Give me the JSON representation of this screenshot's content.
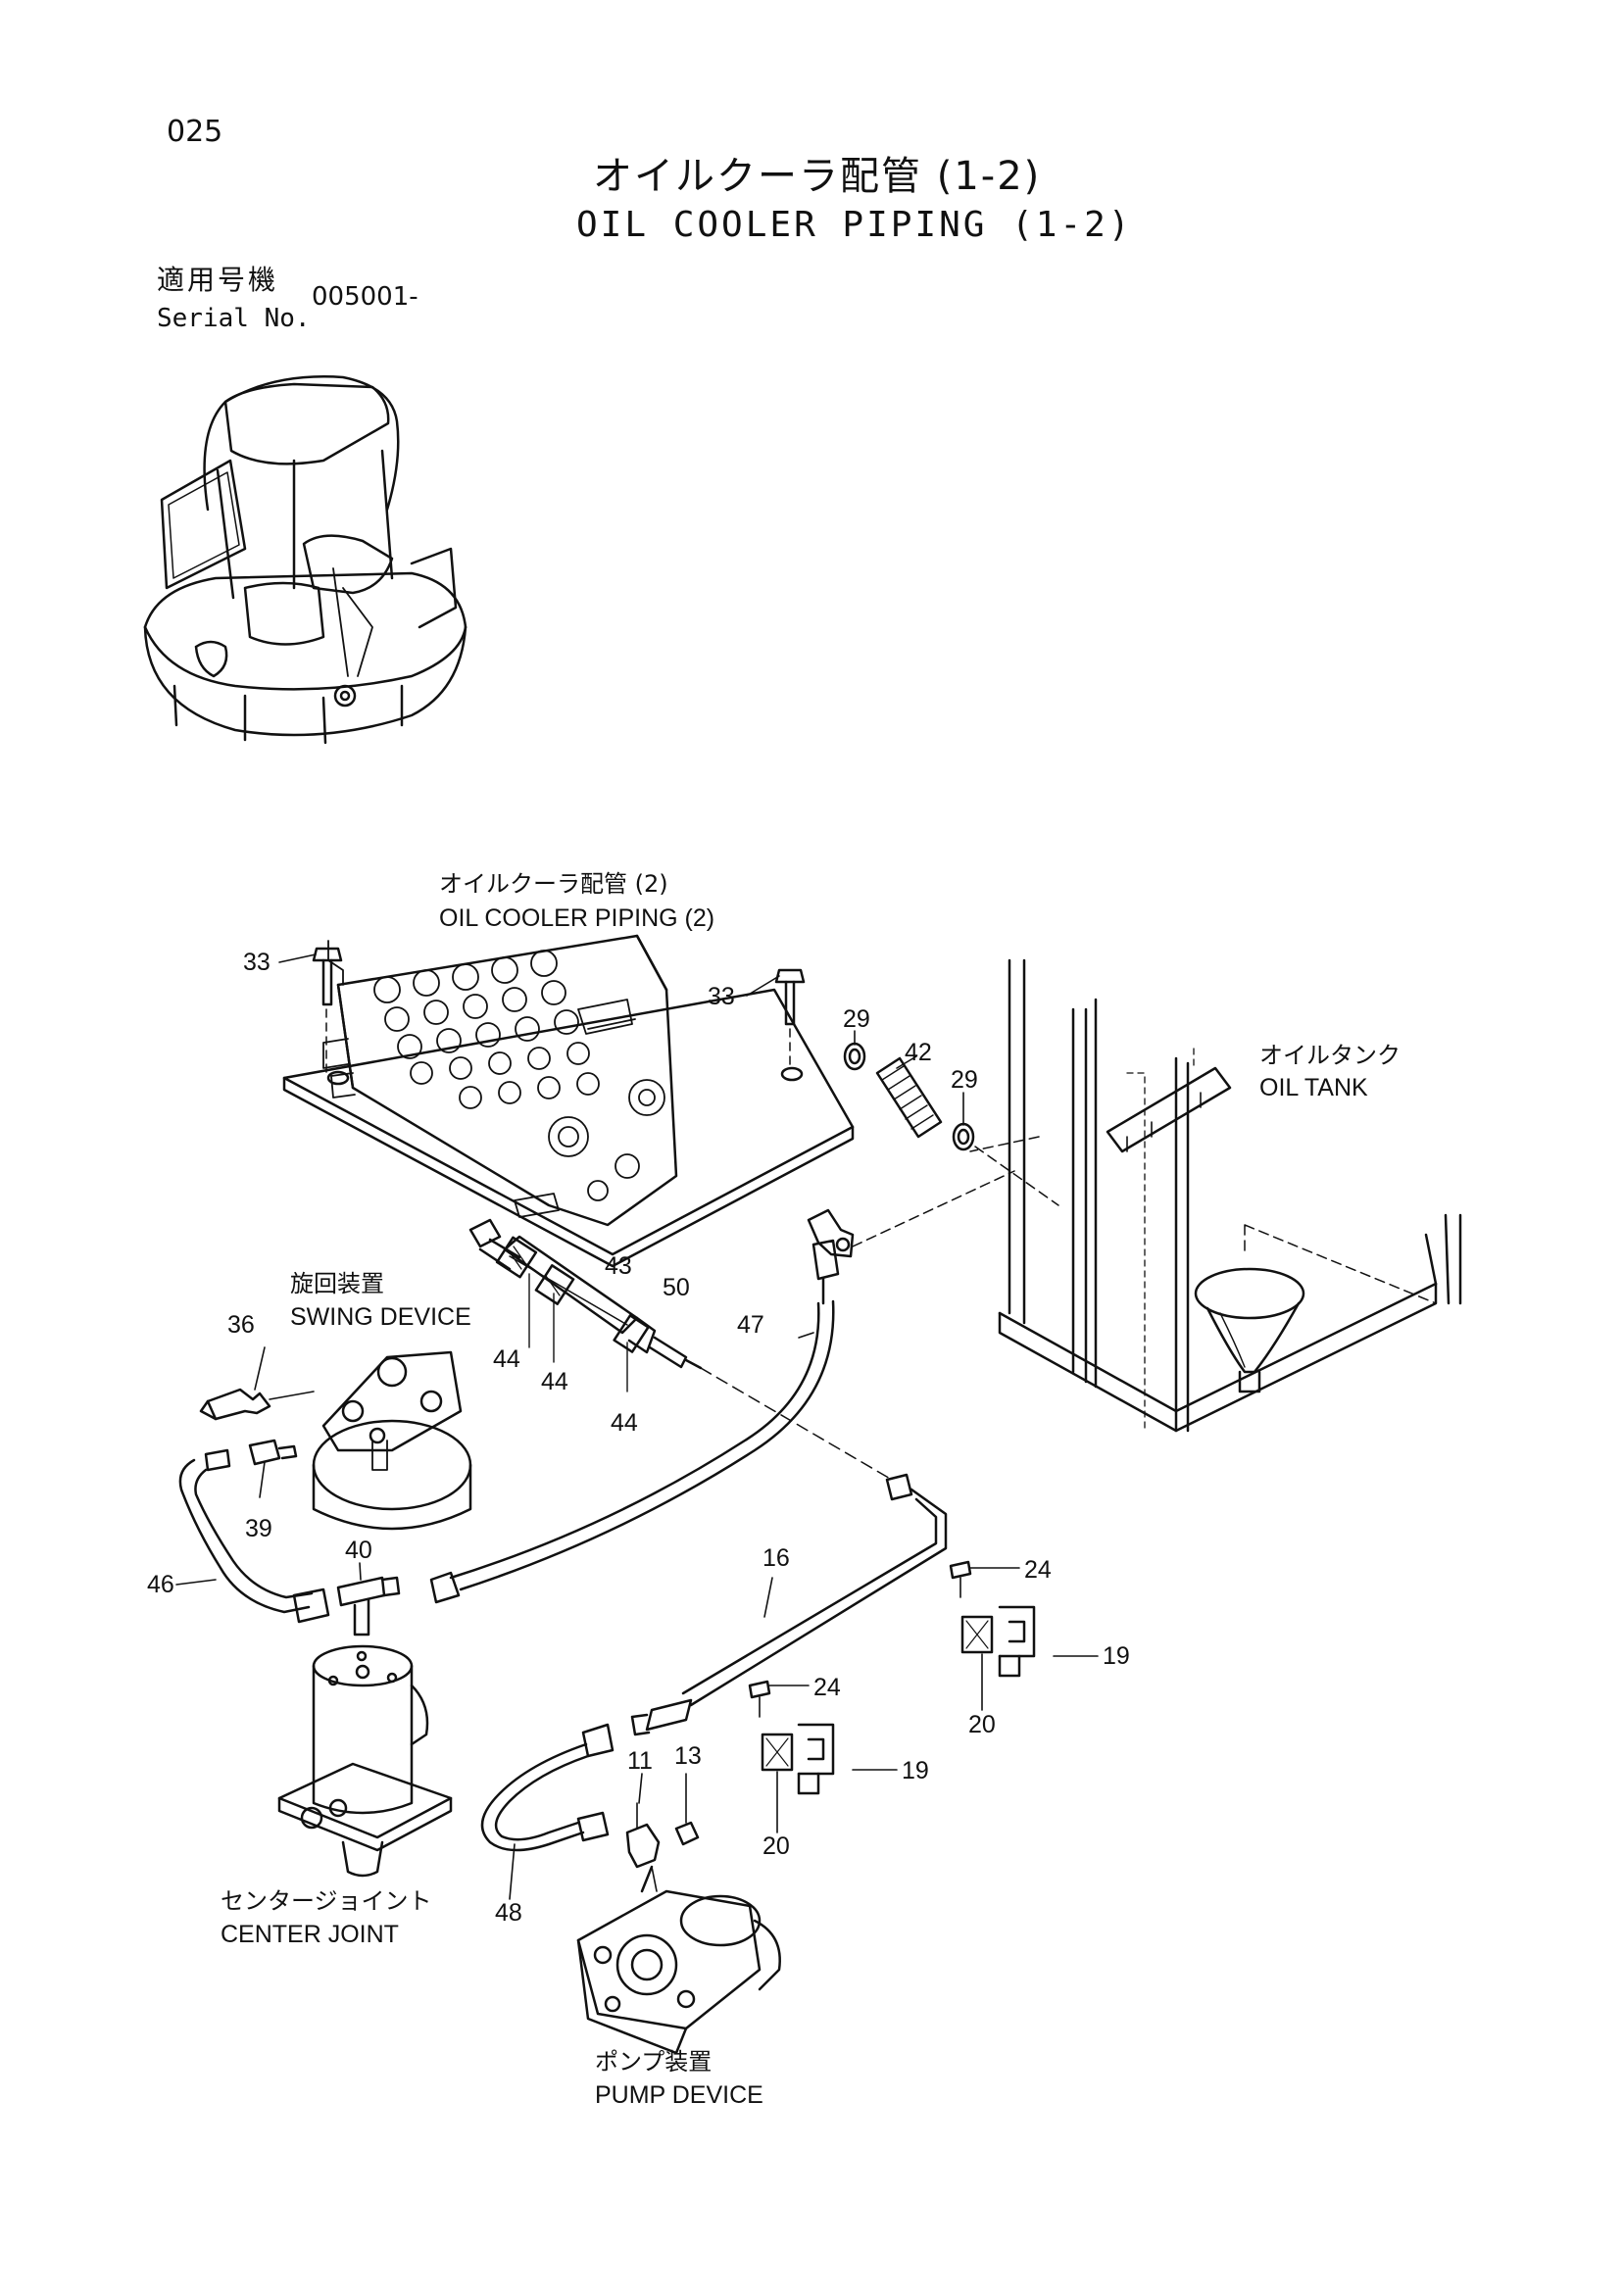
{
  "header": {
    "page_number": "025",
    "title_ja": "オイルクーラ配管 (1-2)",
    "title_en": "OIL COOLER PIPING (1-2)",
    "serial_label_ja": "適用号機",
    "serial_label_en": "Serial No.",
    "serial_value": "005001-"
  },
  "callouts": {
    "oil_cooler_piping2_ja": "オイルクーラ配管 (2)",
    "oil_cooler_piping2_en": "OIL COOLER PIPING (2)",
    "oil_tank_ja": "オイルタンク",
    "oil_tank_en": "OIL TANK",
    "swing_device_ja": "旋回装置",
    "swing_device_en": "SWING DEVICE",
    "center_joint_ja": "センタージョイント",
    "center_joint_en": "CENTER JOINT",
    "pump_device_ja": "ポンプ装置",
    "pump_device_en": "PUMP DEVICE"
  },
  "part_numbers": [
    "33",
    "33",
    "29",
    "42",
    "29",
    "43",
    "50",
    "47",
    "44",
    "44",
    "44",
    "36",
    "39",
    "40",
    "46",
    "16",
    "24",
    "19",
    "20",
    "24",
    "19",
    "20",
    "11",
    "13",
    "48"
  ]
}
